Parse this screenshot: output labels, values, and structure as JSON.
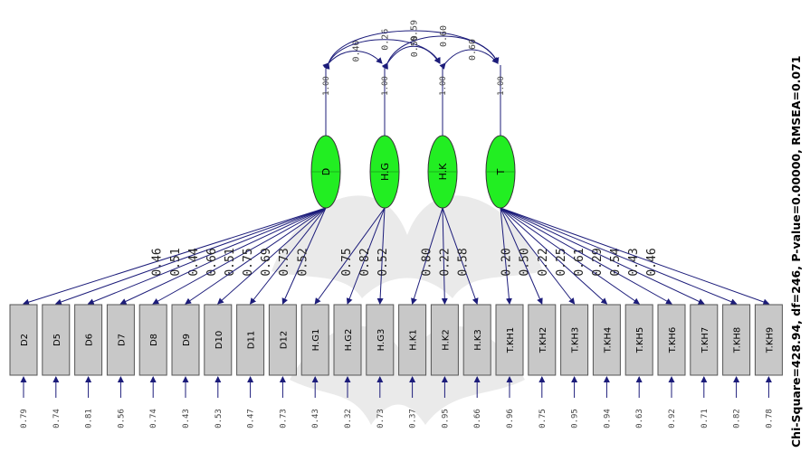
{
  "observed": [
    {
      "label": "D2",
      "error": "0.79"
    },
    {
      "label": "D5",
      "error": "0.74"
    },
    {
      "label": "D6",
      "error": "0.81"
    },
    {
      "label": "D7",
      "error": "0.56"
    },
    {
      "label": "D8",
      "error": "0.74"
    },
    {
      "label": "D9",
      "error": "0.43"
    },
    {
      "label": "D10",
      "error": "0.53"
    },
    {
      "label": "D11",
      "error": "0.47"
    },
    {
      "label": "D12",
      "error": "0.73"
    },
    {
      "label": "H.G1",
      "error": "0.43"
    },
    {
      "label": "H.G2",
      "error": "0.32"
    },
    {
      "label": "H.G3",
      "error": "0.73"
    },
    {
      "label": "H.K1",
      "error": "0.37"
    },
    {
      "label": "H.K2",
      "error": "0.95"
    },
    {
      "label": "H.K3",
      "error": "0.66"
    },
    {
      "label": "T.KH1",
      "error": "0.96"
    },
    {
      "label": "T.KH2",
      "error": "0.75"
    },
    {
      "label": "T.KH3",
      "error": "0.95"
    },
    {
      "label": "T.KH4",
      "error": "0.94"
    },
    {
      "label": "T.KH5",
      "error": "0.63"
    },
    {
      "label": "T.KH6",
      "error": "0.92"
    },
    {
      "label": "T.KH7",
      "error": "0.71"
    },
    {
      "label": "T.KH8",
      "error": "0.82"
    },
    {
      "label": "T.KH9",
      "error": "0.78"
    }
  ],
  "latents": [
    {
      "label": "D",
      "variance": "1.00",
      "indicators": [
        0,
        1,
        2,
        3,
        4,
        5,
        6,
        7,
        8
      ],
      "loadings": [
        "0.46",
        "0.51",
        "0.44",
        "0.66",
        "0.51",
        "0.75",
        "0.69",
        "0.73",
        "0.52"
      ]
    },
    {
      "label": "H.G",
      "variance": "1.00",
      "indicators": [
        9,
        10,
        11
      ],
      "loadings": [
        "0.75",
        "0.82",
        "0.52"
      ]
    },
    {
      "label": "H.K",
      "variance": "1.00",
      "indicators": [
        12,
        13,
        14
      ],
      "loadings": [
        "0.80",
        "0.22",
        "0.58"
      ]
    },
    {
      "label": "T",
      "variance": "1.00",
      "indicators": [
        15,
        16,
        17,
        18,
        19,
        20,
        21,
        22,
        23
      ],
      "loadings": [
        "0.20",
        "0.50",
        "0.22",
        "0.25",
        "0.61",
        "0.29",
        "0.54",
        "0.43",
        "0.46"
      ]
    }
  ],
  "covariances": [
    {
      "from": 0,
      "to": 1,
      "value": "0.40"
    },
    {
      "from": 0,
      "to": 2,
      "value": "0.26"
    },
    {
      "from": 0,
      "to": 3,
      "value": "0.59"
    },
    {
      "from": 1,
      "to": 2,
      "value": "0.50"
    },
    {
      "from": 1,
      "to": 3,
      "value": "0.60"
    },
    {
      "from": 2,
      "to": 3,
      "value": "0.60"
    }
  ],
  "fit_stats": "Chi-Square=428.94, df=246, P-value=0.00000, RMSEA=0.071",
  "colors": {
    "latent_fill": "#22ee22",
    "box_fill": "#c8c8c8",
    "arrow": "#1c1c7a"
  }
}
